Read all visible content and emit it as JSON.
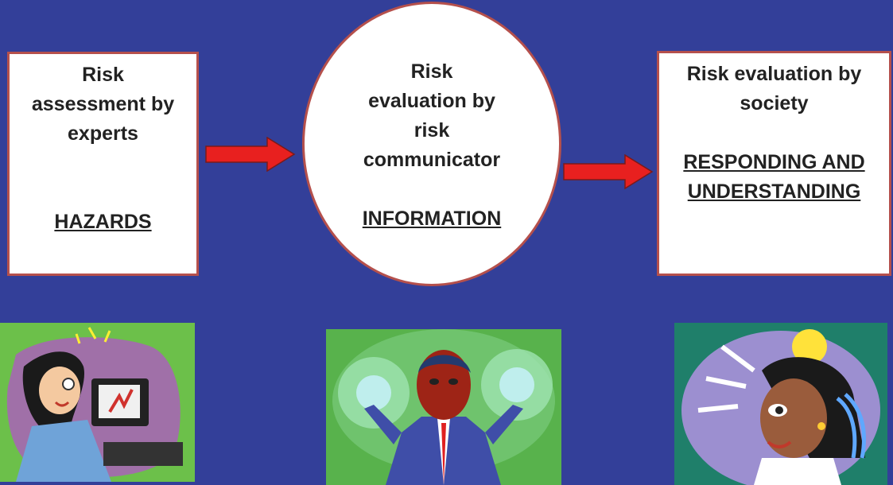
{
  "left_box": {
    "title_lines": [
      "Risk",
      "assessment by",
      "experts"
    ],
    "keyword": "HAZARDS"
  },
  "center_circle": {
    "title_lines": [
      "Risk",
      "evaluation by",
      "risk",
      "communicator"
    ],
    "keyword": "INFORMATION"
  },
  "right_box": {
    "title_lines": [
      "Risk evaluation by",
      "society"
    ],
    "keyword_lines": [
      "RESPONDING AND",
      "UNDERSTANDING"
    ]
  },
  "colors": {
    "background": "#333f99",
    "box_border": "#b5504c",
    "arrow_fill": "#e8201f"
  },
  "illustrations": [
    "expert-at-computer-clipart",
    "communicator-man-clipart",
    "idea-woman-lightbulb-clipart"
  ]
}
